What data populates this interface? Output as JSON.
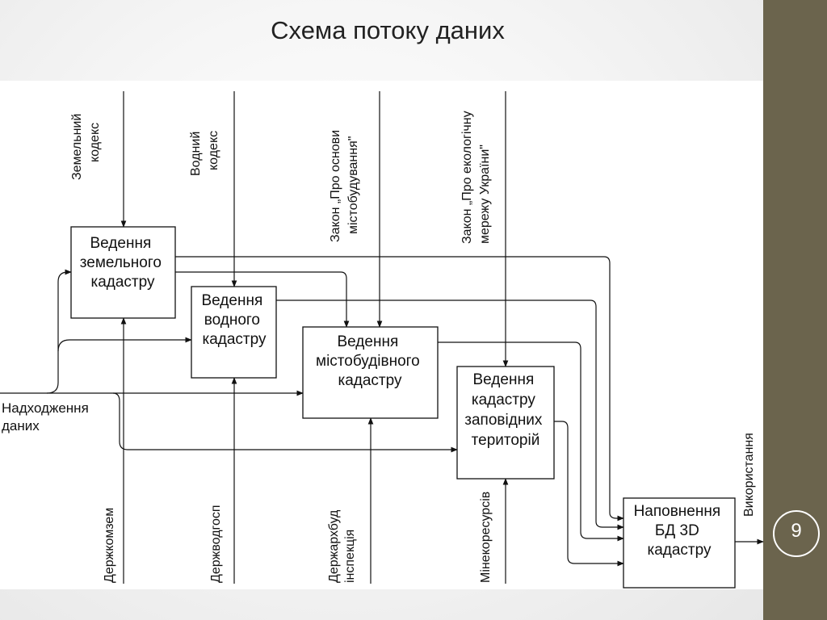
{
  "slide": {
    "title": "Схема потоку даних",
    "page_number": "9"
  },
  "diagram": {
    "boxes": {
      "land": [
        "Ведення",
        "земельного",
        "кадастру"
      ],
      "water": [
        "Ведення",
        "водного",
        "кадастру"
      ],
      "urban": [
        "Ведення",
        "містобудівного",
        "кадастру"
      ],
      "reserve": [
        "Ведення",
        "кадастру",
        "заповідних",
        "територій"
      ],
      "db": [
        "Наповнення",
        "БД 3D",
        "кадастру"
      ]
    },
    "controls": {
      "land_code": [
        "Земельний",
        "кодекс"
      ],
      "water_code": [
        "Водний",
        "кодекс"
      ],
      "urban_law": [
        "Закон „Про основи",
        "містобудування\""
      ],
      "eco_law": [
        "Закон „Про екологічну",
        "мережу України\""
      ]
    },
    "mechanisms": {
      "derzhkomzem": "Держкомзем",
      "derzhvodgosp": "Держводгосп",
      "derzharkhbud": [
        "Держархбуд",
        "інспекція"
      ],
      "minekoresursiv": "Мінекоресурсів"
    },
    "input": [
      "Надходження",
      "даних"
    ],
    "output": "Використання"
  }
}
